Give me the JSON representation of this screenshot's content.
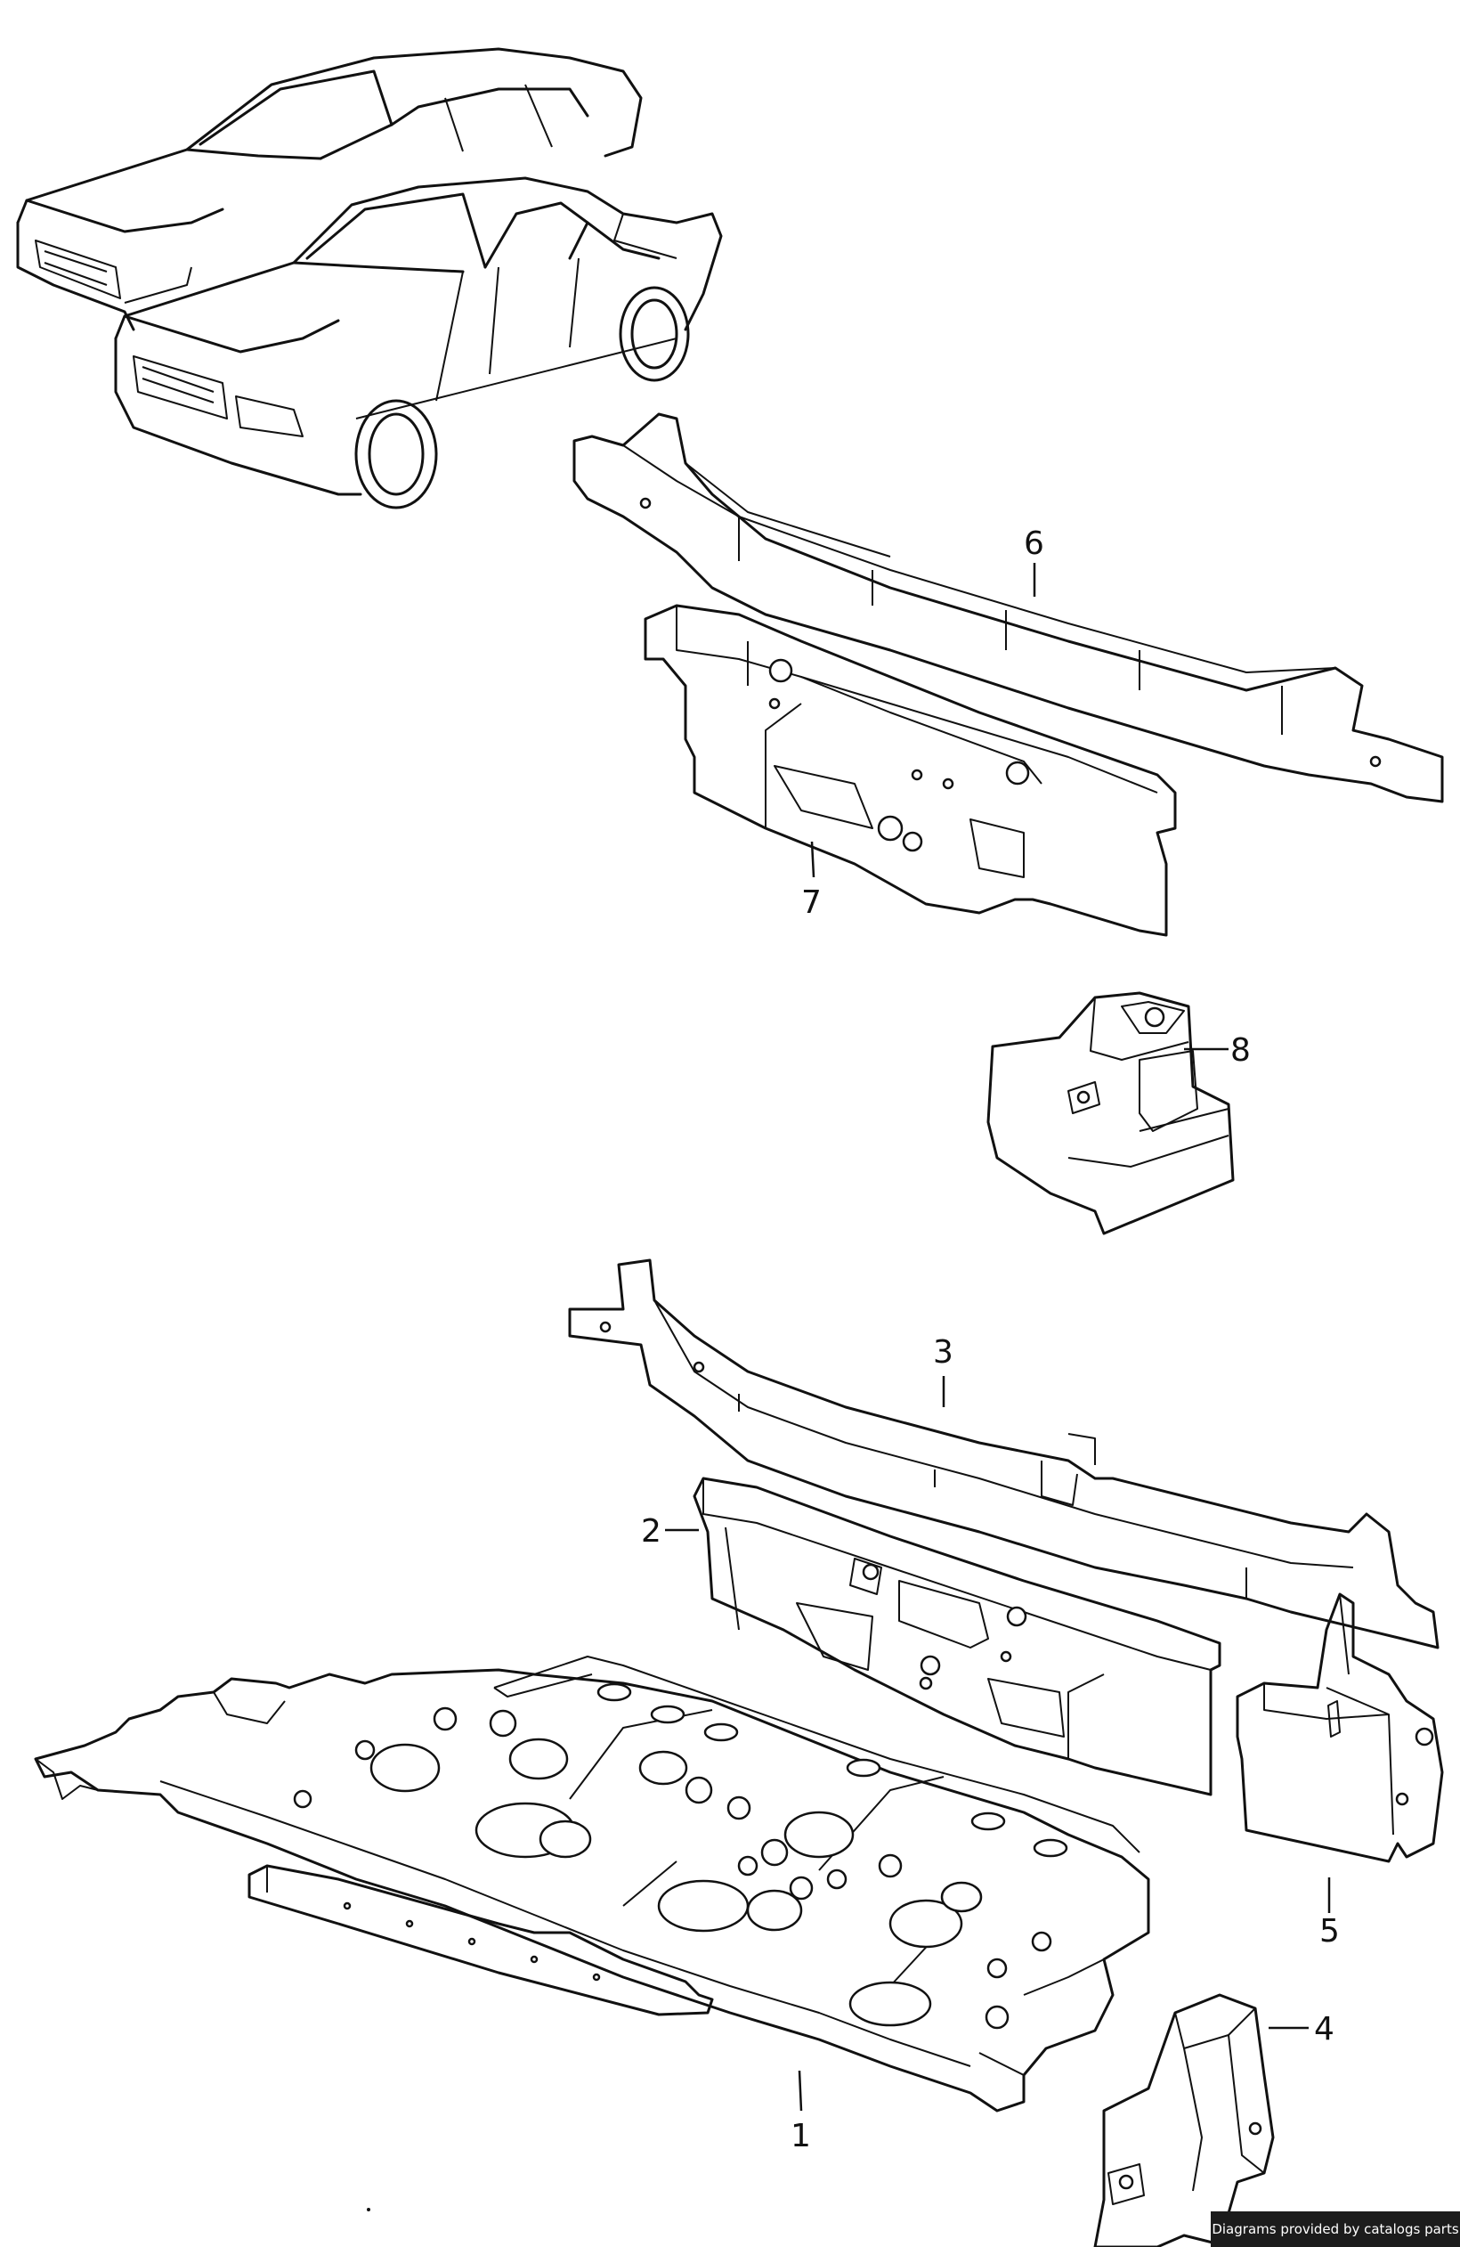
{
  "diagram": {
    "callouts": [
      {
        "id": "1",
        "label": "1"
      },
      {
        "id": "2",
        "label": "2"
      },
      {
        "id": "3",
        "label": "3"
      },
      {
        "id": "4",
        "label": "4"
      },
      {
        "id": "5",
        "label": "5"
      },
      {
        "id": "6",
        "label": "6"
      },
      {
        "id": "7",
        "label": "7"
      },
      {
        "id": "8",
        "label": "8"
      }
    ]
  },
  "footer": {
    "credit": "Diagrams provided by catalogs parts"
  }
}
